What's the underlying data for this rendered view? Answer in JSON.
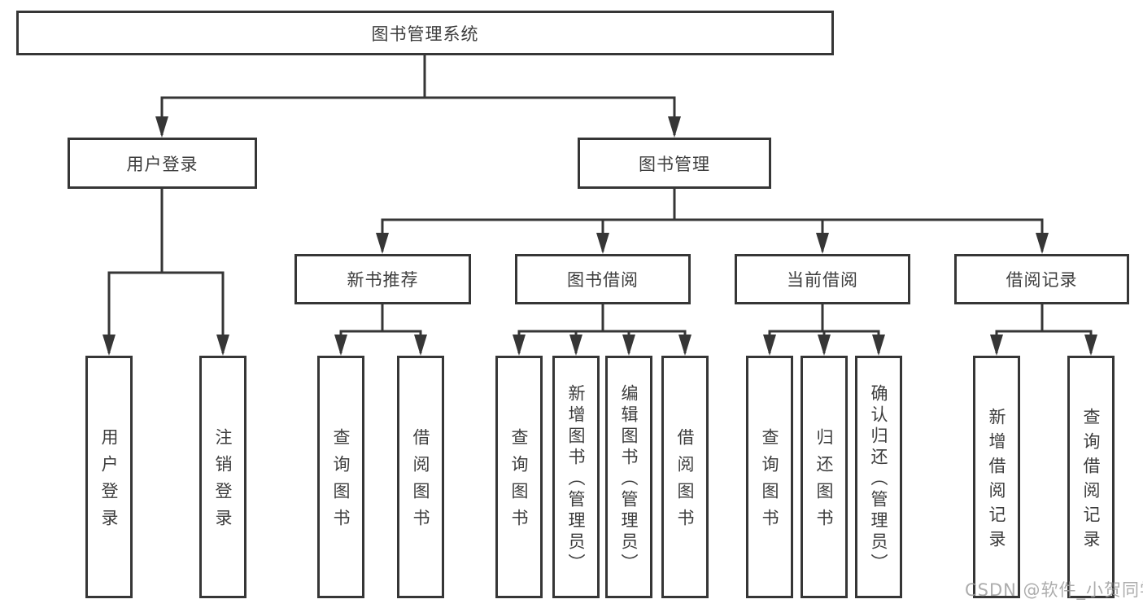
{
  "diagram": {
    "type": "tree-diagram",
    "colors": {
      "line": "#363636",
      "box_border": "#363636",
      "box_fill": "#ffffff",
      "text": "#3d3d3d",
      "watermark": "#9e9e9e",
      "background": "#ffffff"
    },
    "tree": {
      "label": "图书管理系统",
      "children": [
        {
          "label": "用户登录",
          "children": [
            {
              "label": "用户登录"
            },
            {
              "label": "注销登录"
            }
          ]
        },
        {
          "label": "图书管理",
          "children": [
            {
              "label": "新书推荐",
              "children": [
                {
                  "label": "查询图书"
                },
                {
                  "label": "借阅图书"
                }
              ]
            },
            {
              "label": "图书借阅",
              "children": [
                {
                  "label": "查询图书"
                },
                {
                  "label": "新增图书（管理员）"
                },
                {
                  "label": "编辑图书（管理员）"
                },
                {
                  "label": "借阅图书"
                }
              ]
            },
            {
              "label": "当前借阅",
              "children": [
                {
                  "label": "查询图书"
                },
                {
                  "label": "归还图书"
                },
                {
                  "label": "确认归还（管理员）"
                }
              ]
            },
            {
              "label": "借阅记录",
              "children": [
                {
                  "label": "新增借阅记录"
                },
                {
                  "label": "查询借阅记录"
                }
              ]
            }
          ]
        }
      ]
    },
    "watermark": "CSDN @软件_小贺同学"
  }
}
